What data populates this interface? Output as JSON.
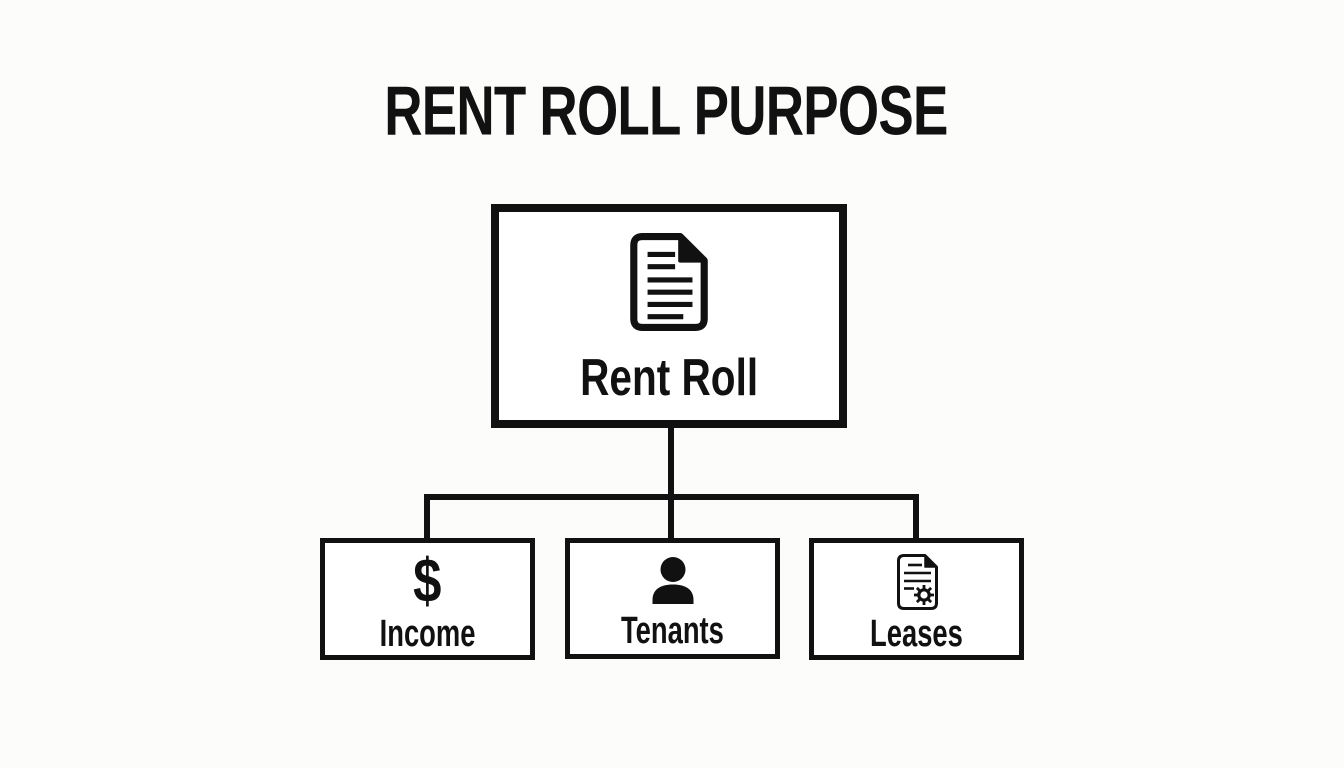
{
  "title": "RENT ROLL PURPOSE",
  "colors": {
    "ink": "#111111",
    "background": "#fcfcfb",
    "box_background": "#ffffff"
  },
  "diagram": {
    "root": {
      "label": "Rent Roll",
      "icon": "document-icon"
    },
    "children": [
      {
        "label": "Income",
        "icon": "dollar-icon",
        "glyph": "$"
      },
      {
        "label": "Tenants",
        "icon": "person-icon"
      },
      {
        "label": "Leases",
        "icon": "document-gear-icon"
      }
    ]
  }
}
